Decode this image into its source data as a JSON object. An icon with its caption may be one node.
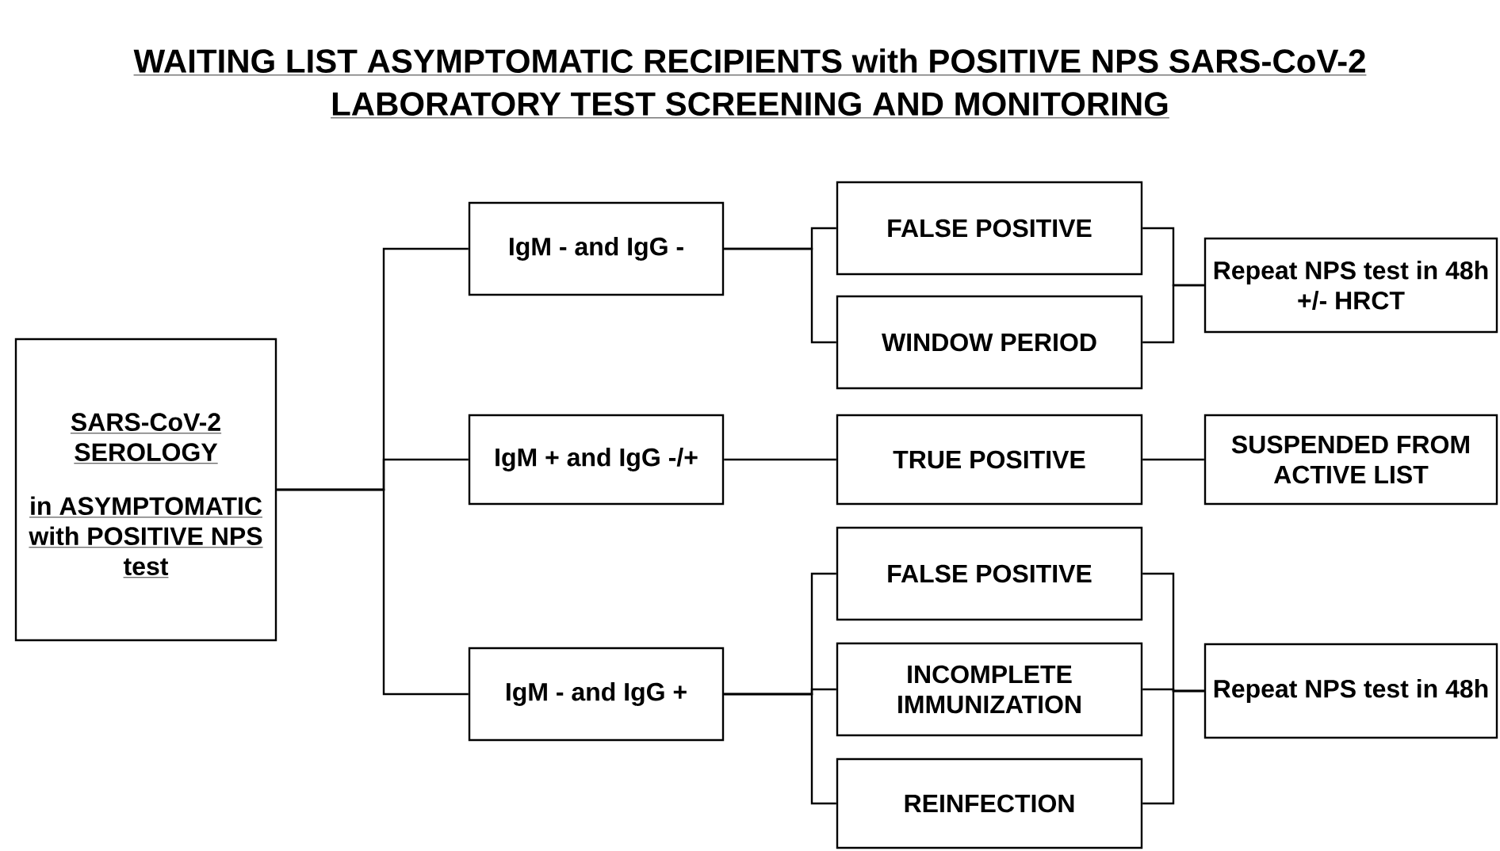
{
  "diagram": {
    "title": "WAITING LIST ASYMPTOMATIC RECIPIENTS with POSITIVE NPS SARS-CoV-2 LABORATORY TEST SCREENING AND MONITORING",
    "nodes": [
      {
        "text": [
          "SARS-CoV-2 SEROLOGY",
          "in ASYMPTOMATIC with POSITIVE NPS test"
        ]
      },
      {
        "text": [
          "IgM - and IgG -"
        ]
      },
      {
        "text": [
          "IgM + and IgG -/+"
        ]
      },
      {
        "text": [
          "IgM - and IgG +"
        ]
      },
      {
        "text": [
          "FALSE POSITIVE"
        ]
      },
      {
        "text": [
          "WINDOW PERIOD"
        ]
      },
      {
        "text": [
          "TRUE POSITIVE"
        ]
      },
      {
        "text": [
          "FALSE POSITIVE"
        ]
      },
      {
        "text": [
          "INCOMPLETE IMMUNIZATION"
        ]
      },
      {
        "text": [
          "REINFECTION"
        ]
      },
      {
        "text": [
          "Repeat NPS test in 48h +/- HRCT"
        ]
      },
      {
        "text": [
          "SUSPENDED FROM ACTIVE LIST"
        ]
      },
      {
        "text": [
          "Repeat NPS test in 48h"
        ]
      }
    ],
    "edges": [
      {
        "from": 0,
        "to": 1,
        "arrow": "none"
      },
      {
        "from": 0,
        "to": 2,
        "arrow": "none"
      },
      {
        "from": 0,
        "to": 3,
        "arrow": "none"
      },
      {
        "from": 1,
        "to": 4,
        "arrow": "none"
      },
      {
        "from": 1,
        "to": 5,
        "arrow": "none"
      },
      {
        "from": 2,
        "to": 6,
        "arrow": "none"
      },
      {
        "from": 3,
        "to": 7,
        "arrow": "none"
      },
      {
        "from": 3,
        "to": 8,
        "arrow": "none"
      },
      {
        "from": 3,
        "to": 9,
        "arrow": "none"
      },
      {
        "from": 4,
        "to": 10,
        "arrow": "none"
      },
      {
        "from": 5,
        "to": 10,
        "arrow": "none"
      },
      {
        "from": 6,
        "to": 11,
        "arrow": "none"
      },
      {
        "from": 7,
        "to": 12,
        "arrow": "none"
      },
      {
        "from": 8,
        "to": 12,
        "arrow": "none"
      },
      {
        "from": 9,
        "to": 12,
        "arrow": "none"
      }
    ]
  }
}
